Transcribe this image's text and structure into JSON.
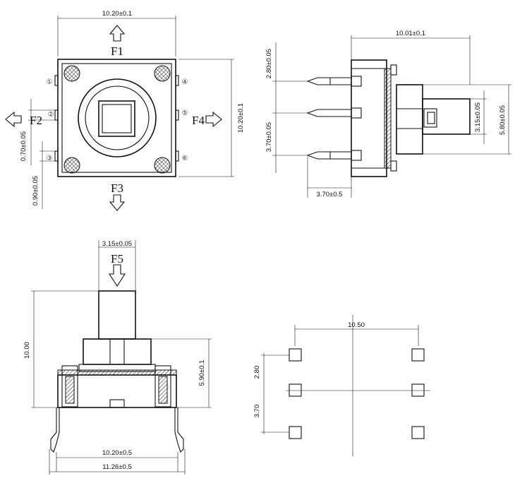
{
  "top_view": {
    "width_dim": "10.20±0.1",
    "height_dim": "10.20±0.1",
    "pin_pitch_dim": "0.70±0.05",
    "pin_width_dim": "0.90±0.05",
    "force_labels": [
      "F1",
      "F2",
      "F3",
      "F4"
    ],
    "pin_numbers": [
      "①",
      "②",
      "③",
      "④",
      "⑤",
      "⑥"
    ]
  },
  "side_view": {
    "length_dim": "10.01±0.1",
    "pin_spacing_top": "2.80±0.05",
    "pin_spacing_bottom": "3.70±0.05",
    "actuator_width": "3.15±0.05",
    "body_height": "5.80±0.05",
    "pin_length": "3.70±0.5"
  },
  "front_view": {
    "force_label": "F5",
    "actuator_width": "3.15±0.05",
    "total_height": "10.00",
    "body_height": "5.90±0.1",
    "body_width": "10.20±0.5",
    "overall_width": "11.26±0.5"
  },
  "footprint": {
    "pad_spacing": "10.50",
    "row_spacing_top": "2.80",
    "row_spacing_bottom": "3.70"
  }
}
